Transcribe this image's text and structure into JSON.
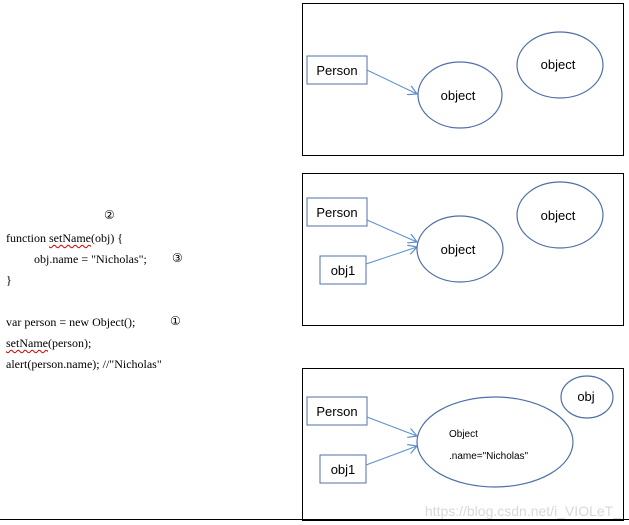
{
  "code": {
    "line1_prefix": "function ",
    "line1_func": "setName",
    "line1_suffix": "(obj) {",
    "line2": "obj.name = \"Nicholas\";",
    "line3": "}",
    "line4": "var person = new Object();",
    "line5_func": "setName",
    "line5_suffix": "(person);",
    "line6": "alert(person.name); //\"Nicholas\""
  },
  "markers": {
    "m1": "①",
    "m2": "②",
    "m3": "③"
  },
  "panel1": {
    "person_label": "Person",
    "object_label": "object",
    "object2_label": "object"
  },
  "panel2": {
    "person_label": "Person",
    "obj1_label": "obj1",
    "object_label": "object",
    "object2_label": "object"
  },
  "panel3": {
    "person_label": "Person",
    "obj1_label": "obj1",
    "object_title": "Object",
    "object_prop": ".name=\"Nicholas\"",
    "obj_label": "obj"
  },
  "colors": {
    "box_border": "#4f6fa8",
    "arrow": "#5b8fd0"
  },
  "watermark": "https://blog.csdn.net/i_VIOLeT_"
}
